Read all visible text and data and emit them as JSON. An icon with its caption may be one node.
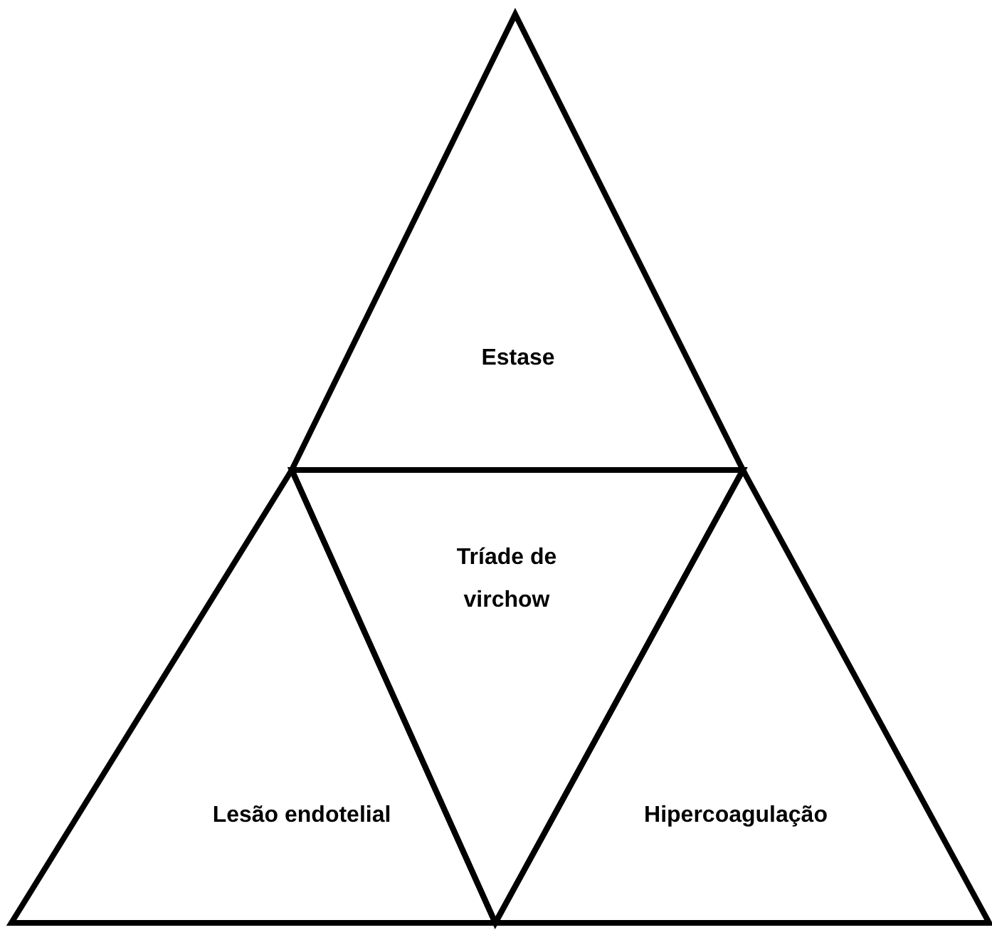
{
  "diagram": {
    "nodes": [
      {
        "text": [
          "Estase"
        ]
      },
      {
        "text": [
          "Tríade de virchow"
        ]
      },
      {
        "text": [
          "Lesão endotelial"
        ]
      },
      {
        "text": [
          "Hipercoagulação"
        ]
      }
    ]
  }
}
